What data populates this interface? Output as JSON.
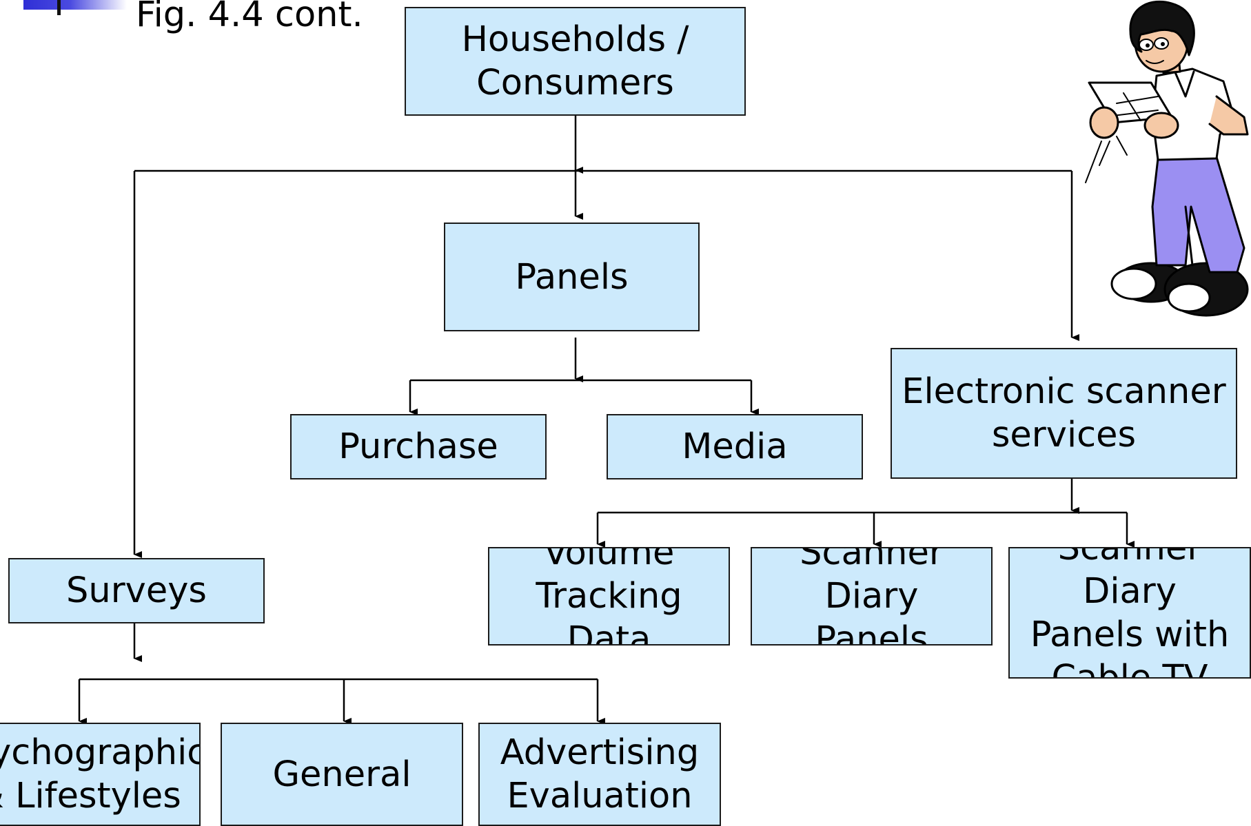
{
  "caption": "Fig. 4.4 cont.",
  "nodes": {
    "households": "Households /\nConsumers",
    "panels": "Panels",
    "purchase": "Purchase",
    "media": "Media",
    "electronic": "Electronic scanner\nservices",
    "volume": "Volume\nTracking Data",
    "scanner_diary": "Scanner Diary\nPanels",
    "scanner_cable": "Scanner Diary\nPanels with\nCable TV",
    "surveys": "Surveys",
    "psychographic": "Psychographic\n& Lifestyles",
    "general": "General",
    "advertising": "Advertising\nEvaluation"
  },
  "colors": {
    "box_fill": "#cdeafc",
    "line": "#000000"
  },
  "illustration": "cartoon-man-reading-paper"
}
